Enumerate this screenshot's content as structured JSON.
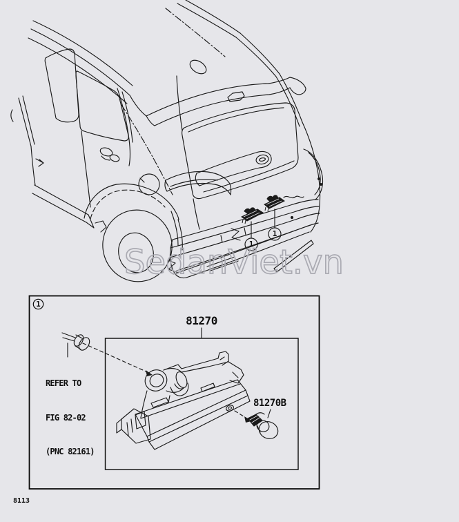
{
  "colors": {
    "background": "#e6e6ea",
    "line": "#1a1a1a",
    "watermark_outline": "#aaaab2"
  },
  "watermark": {
    "text": "SedanViet.vn"
  },
  "vehicle_figure": {
    "description": "rear three-quarter line drawing of SUV with license plate lamps",
    "callouts": [
      {
        "label": "1"
      },
      {
        "label": "1"
      }
    ]
  },
  "detail_figure": {
    "corner_callout": "1",
    "labels": {
      "lamp_assembly": "81270",
      "bulb": "81270B"
    },
    "reference_note": [
      "REFER TO",
      "FIG 82-02",
      "(PNC 82161)"
    ]
  },
  "footer": {
    "figure_code": "8113"
  }
}
